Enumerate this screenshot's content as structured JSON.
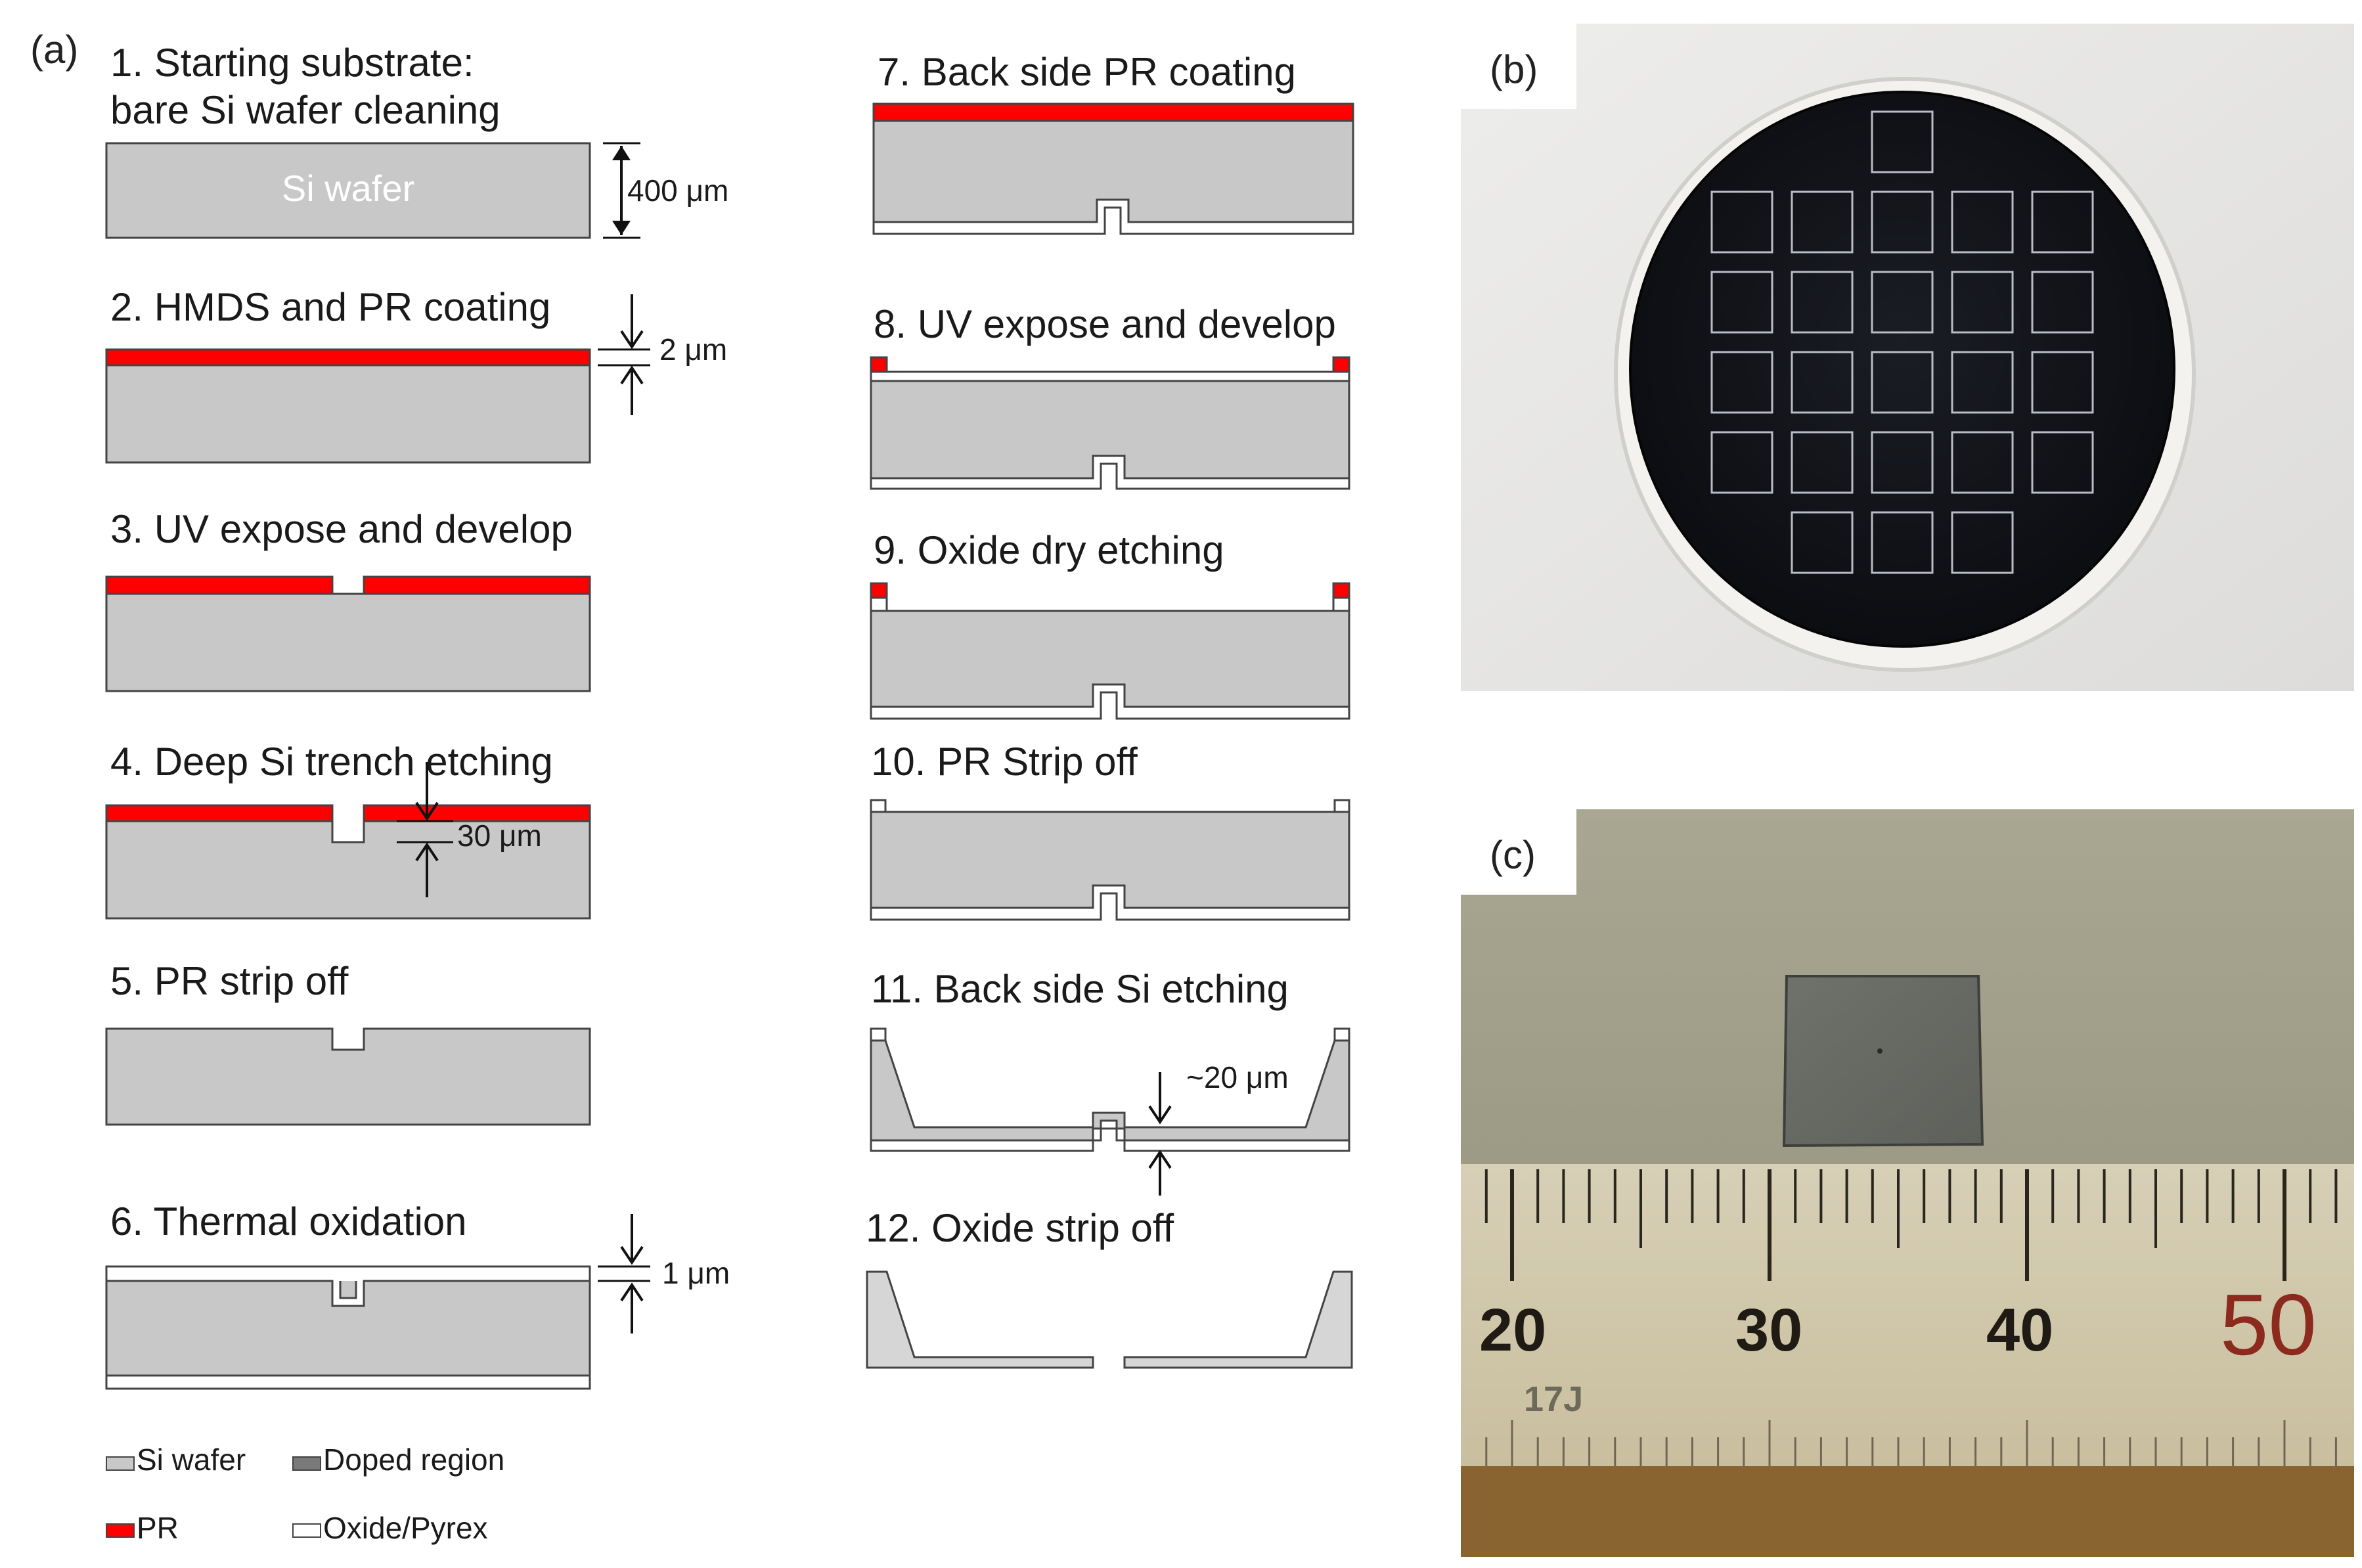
{
  "colors": {
    "si": "#c8c8c8",
    "pr": "#ff0000",
    "oxide": "#ffffff",
    "doped": "#7a7a7a",
    "outline": "#444444"
  },
  "panels": {
    "a": "(a)",
    "b": "(b)",
    "c": "(c)"
  },
  "steps": {
    "s1": [
      "1. Starting substrate:",
      "bare Si wafer cleaning"
    ],
    "s2": "2. HMDS and PR coating",
    "s3": "3. UV expose and develop",
    "s4": "4. Deep Si trench etching",
    "s5": "5. PR strip off",
    "s6": "6. Thermal oxidation",
    "s7": "7. Back side PR coating",
    "s8": "8. UV expose and develop",
    "s9": "9. Oxide dry etching",
    "s10": "10. PR Strip off",
    "s11": "11. Back side Si etching",
    "s12": "12. Oxide strip off"
  },
  "wafer_text": "Si wafer",
  "dimensions": {
    "d400": "400 μm",
    "d2": "2 μm",
    "d30": "30 μm",
    "d1": "1 μm",
    "d20": "~20 μm"
  },
  "legend": {
    "si": "Si wafer",
    "doped": "Doped region",
    "pr": "PR",
    "oxide": "Oxide/Pyrex"
  },
  "ruler": {
    "n20": "20",
    "n30": "30",
    "n40": "40",
    "n50": "50",
    "mark": "17J"
  }
}
